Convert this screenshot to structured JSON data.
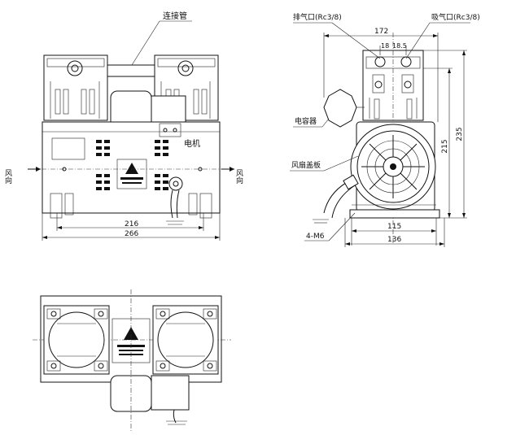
{
  "labels": {
    "connector_pipe": "连接管",
    "motor": "电机",
    "wind_left": "风向",
    "wind_right": "风向",
    "exhaust_port": "排气口(Rc3/8)",
    "intake_port": "吸气口(Rc3/8)",
    "capacitor": "电容器",
    "fan_cover": "风扇盖板",
    "mount_holes": "4-M6"
  },
  "dimensions": {
    "front_width_inner": "216",
    "front_width_overall": "266",
    "side_top_width": "172",
    "port_spacing_a": "18",
    "port_spacing_b": "18.5",
    "side_height_inner": "215",
    "side_height_overall": "235",
    "side_base_inner": "115",
    "side_base_overall": "136"
  },
  "colors": {
    "line": "#111111",
    "background": "#ffffff"
  }
}
